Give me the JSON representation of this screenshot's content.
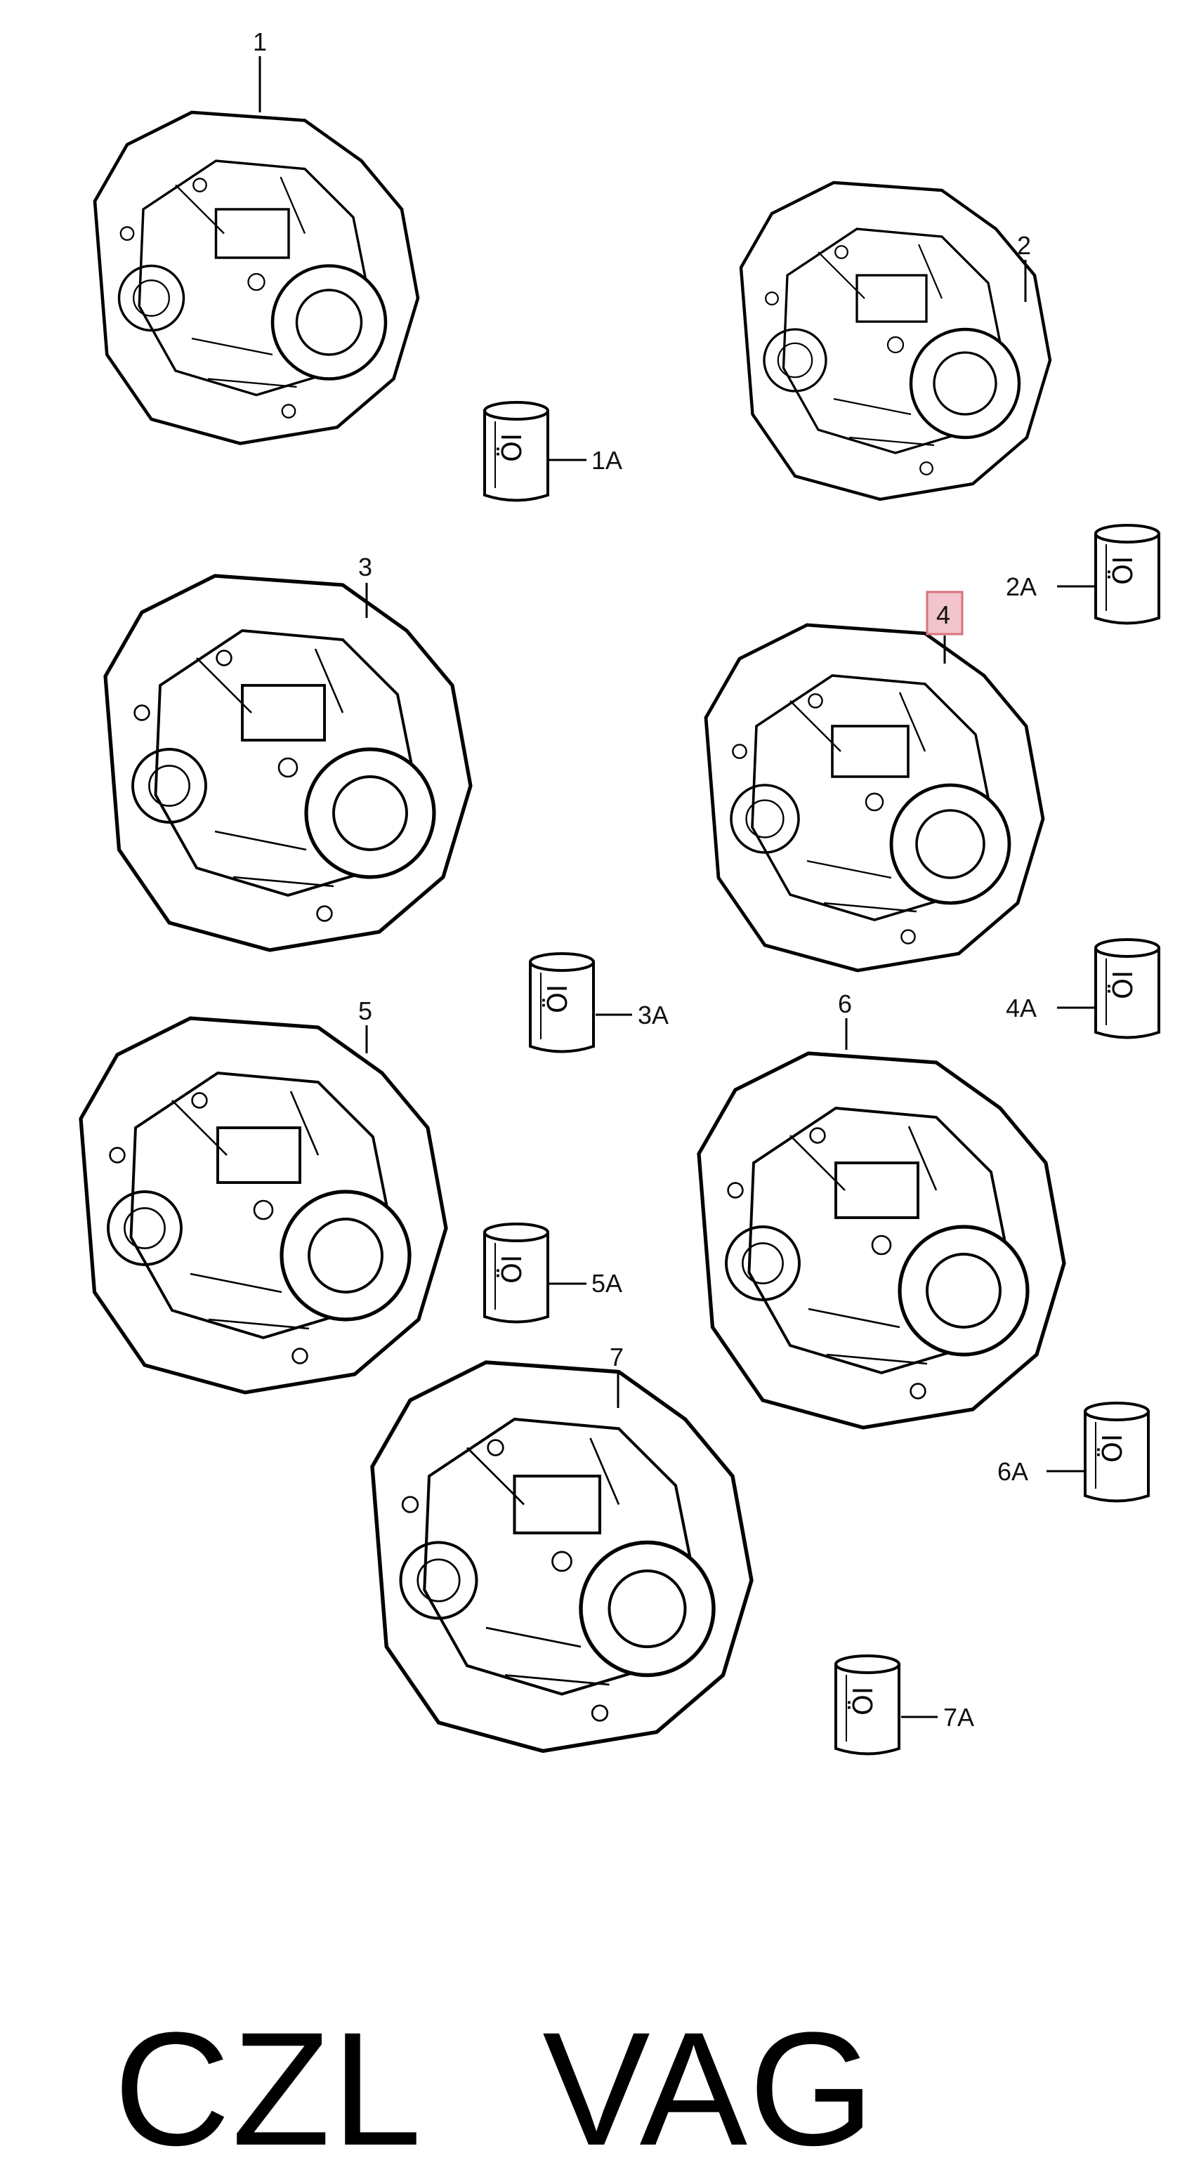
{
  "callouts": {
    "p1": "1",
    "p1a": "1A",
    "p2": "2",
    "p2a": "2A",
    "p3": "3",
    "p3a": "3A",
    "p4": "4",
    "p4a": "4A",
    "p5": "5",
    "p5a": "5A",
    "p6": "6",
    "p6a": "6A",
    "p7": "7",
    "p7a": "7A"
  },
  "highlighted_callout": "4",
  "highlight_color": "#f2c4cc",
  "highlight_border": "#d9707e",
  "footer": {
    "code": "CZL",
    "brand": "VAG"
  },
  "icons": {
    "gearbox": "gearbox-illustration",
    "oil_can": "oil-canister-icon"
  }
}
